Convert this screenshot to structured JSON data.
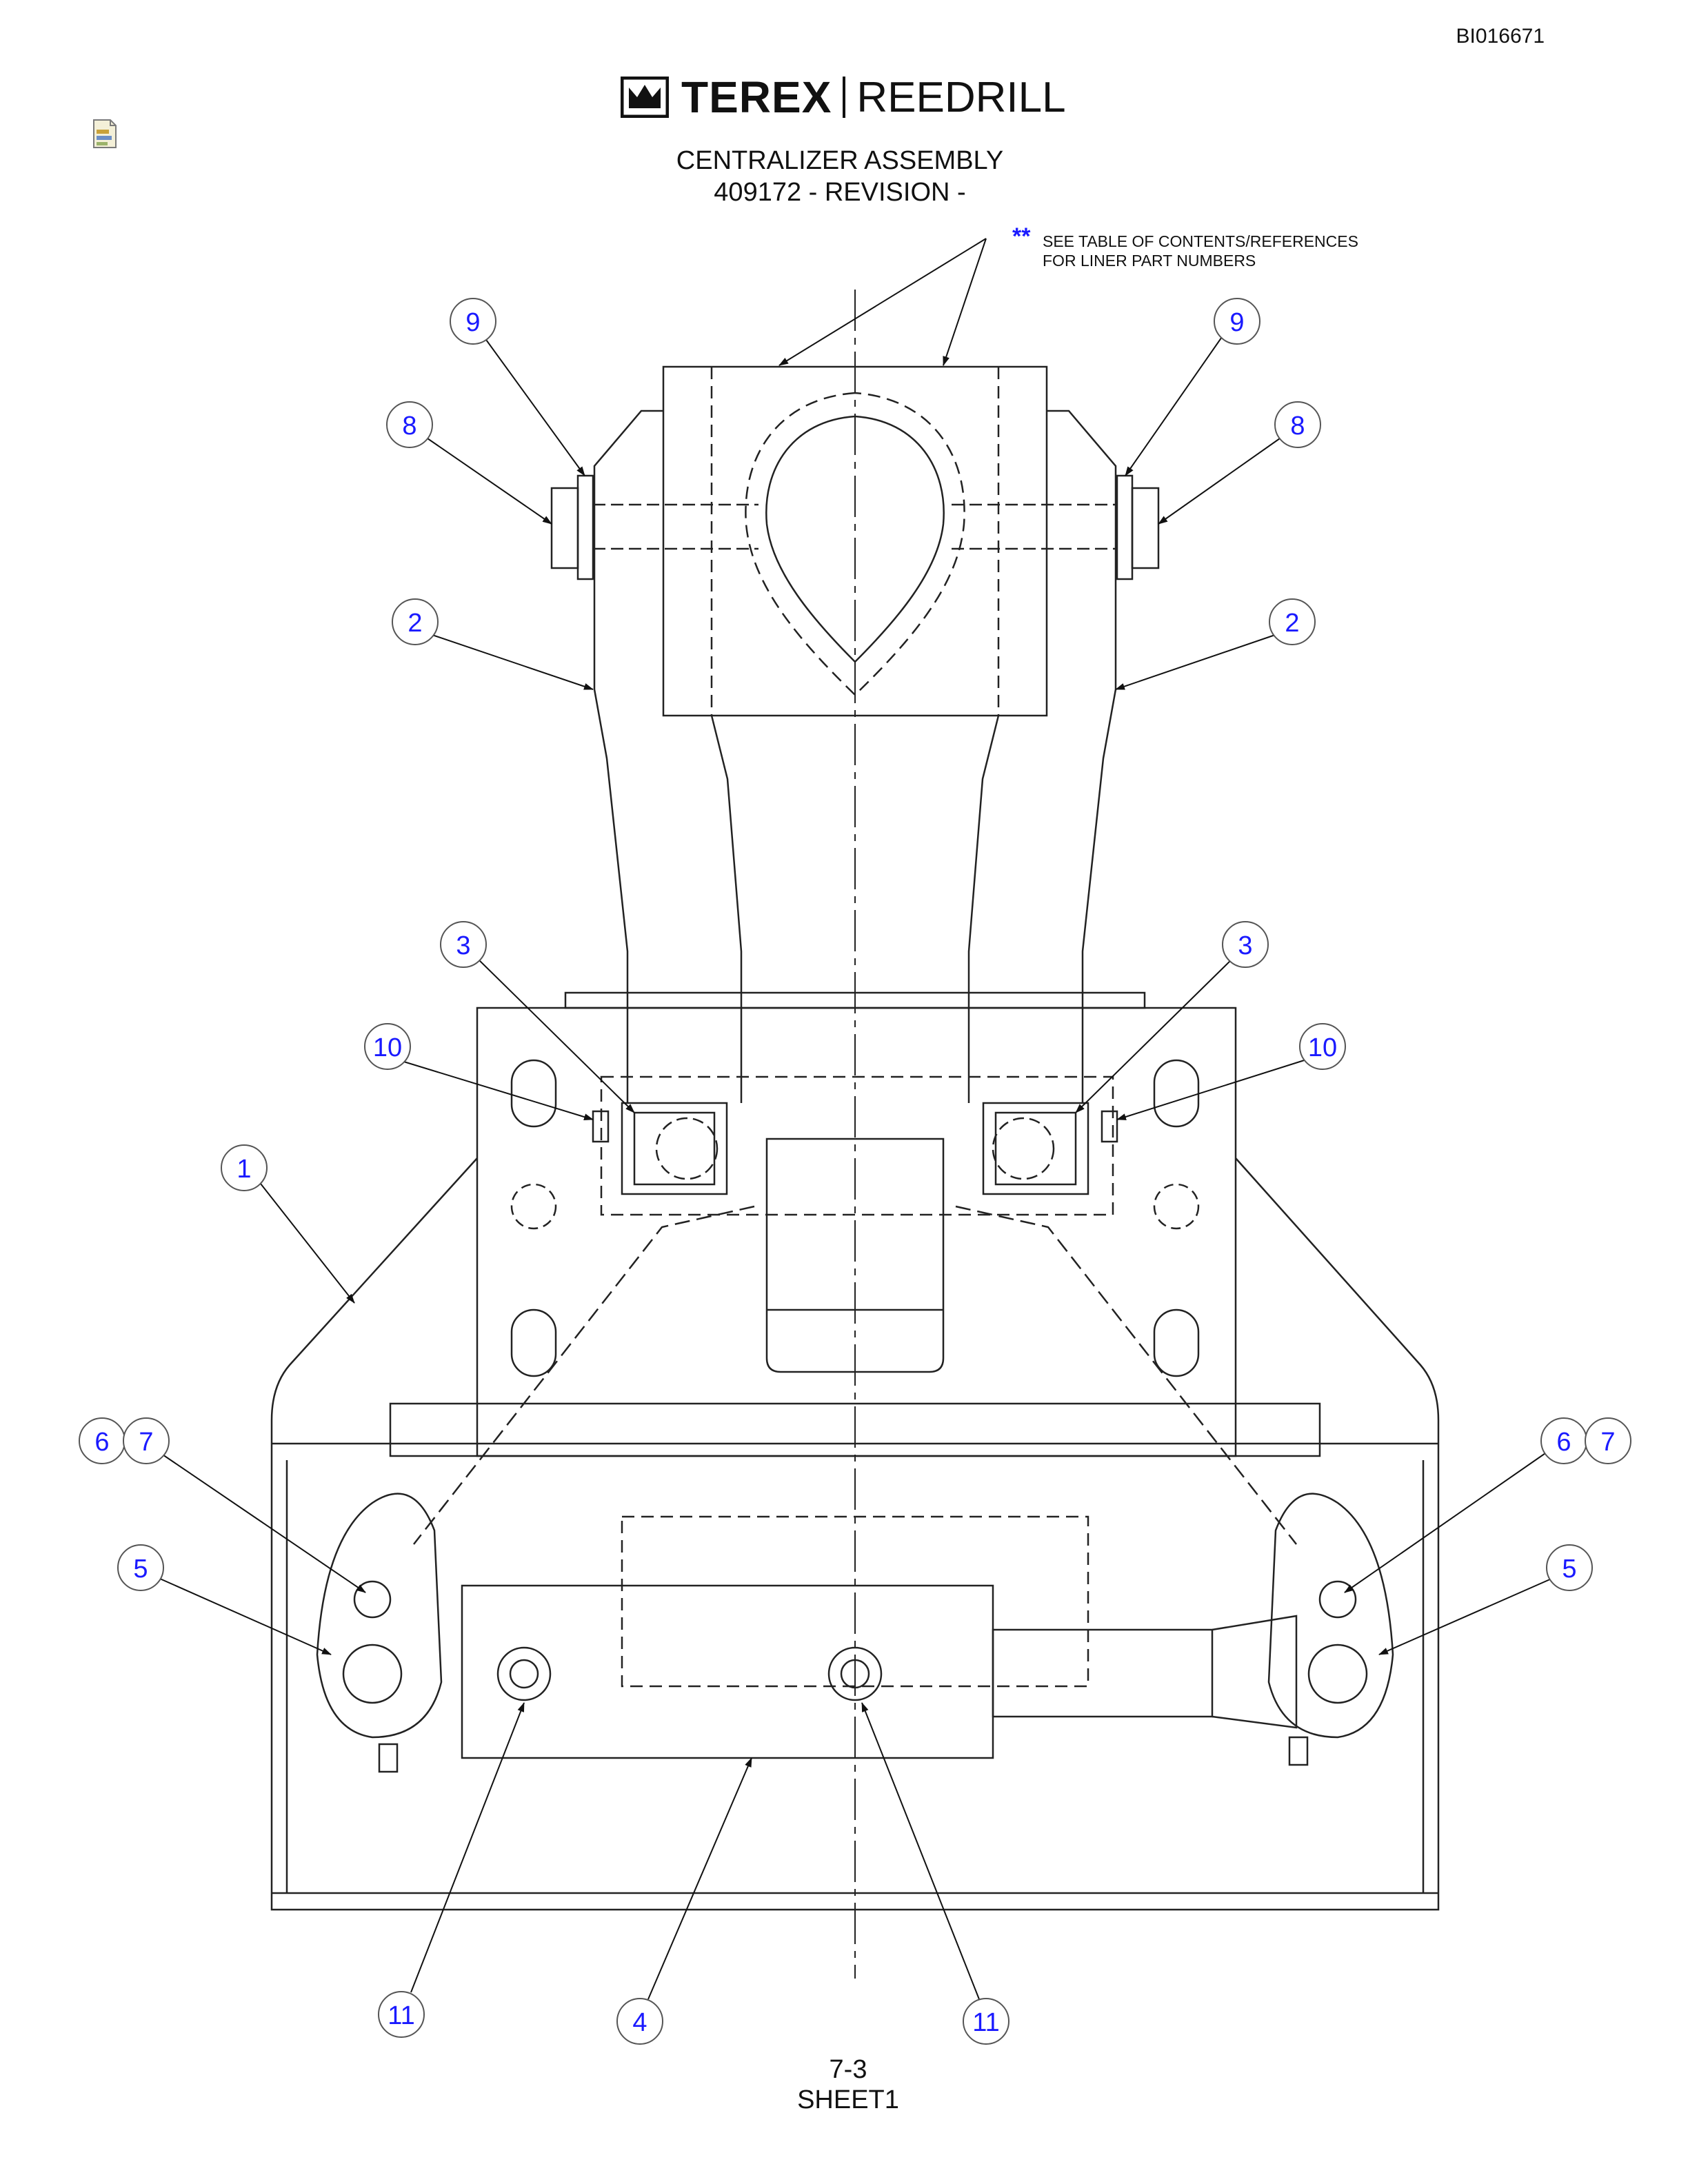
{
  "header": {
    "doc_id": "BI016671",
    "brand_primary": "TEREX",
    "brand_secondary": "REEDRILL"
  },
  "title": {
    "line1": "CENTRALIZER ASSEMBLY",
    "line2": "409172 - REVISION -"
  },
  "note": {
    "mark": "**",
    "line1": "SEE TABLE OF CONTENTS/REFERENCES",
    "line2": "FOR LINER PART NUMBERS"
  },
  "callouts": {
    "c9_left": "9",
    "c9_right": "9",
    "c8_left": "8",
    "c8_right": "8",
    "c2_left": "2",
    "c2_right": "2",
    "c3_left": "3",
    "c3_right": "3",
    "c10_left": "10",
    "c10_right": "10",
    "c1": "1",
    "c6_left": "6",
    "c7_left": "7",
    "c6_right": "6",
    "c7_right": "7",
    "c5_left": "5",
    "c5_right": "5",
    "c11_left": "11",
    "c4": "4",
    "c11_right": "11"
  },
  "footer": {
    "page": "7-3",
    "sheet": "SHEET1"
  },
  "colors": {
    "callout": "#1a1aff",
    "line": "#222222"
  }
}
